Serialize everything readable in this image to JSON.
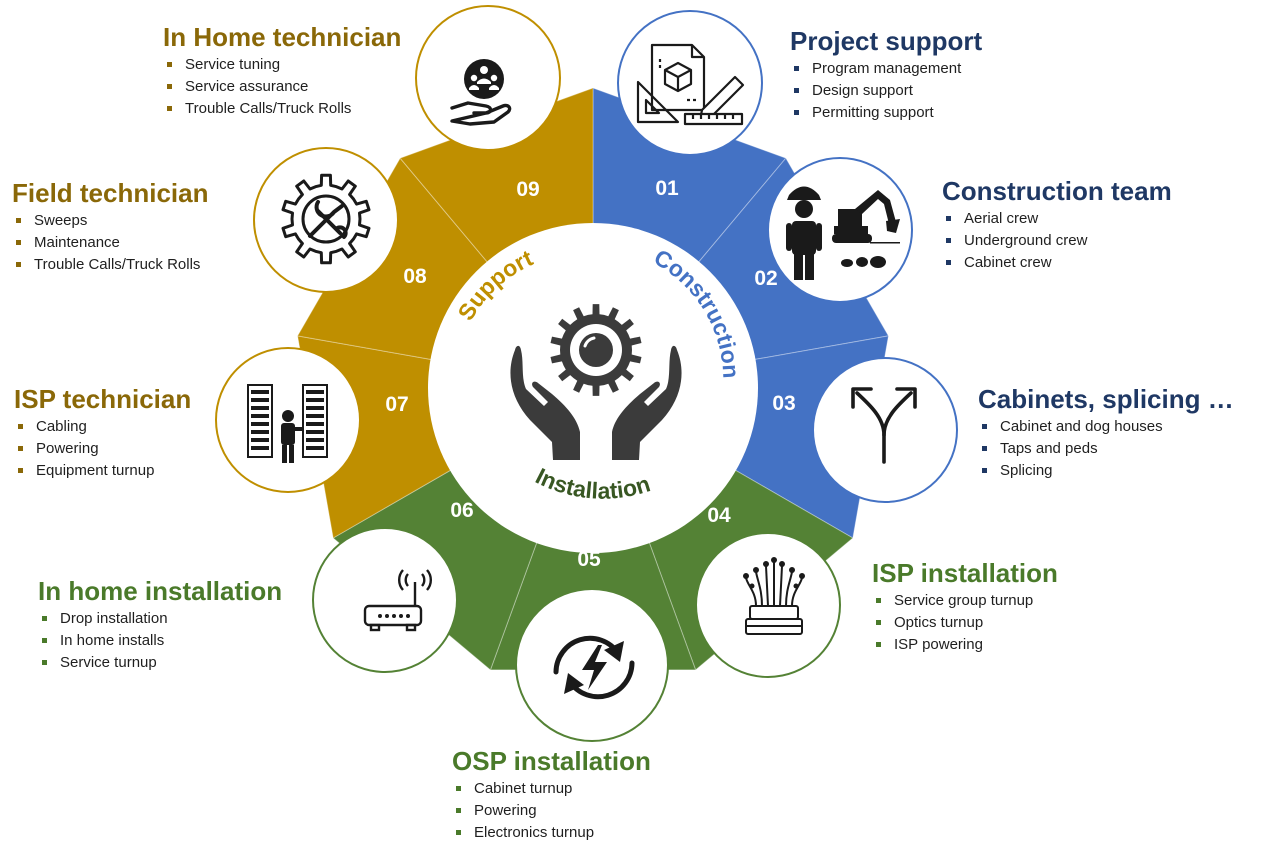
{
  "colors": {
    "support": "#bf8f00",
    "construction": "#4472c4",
    "installation": "#548235",
    "support_text": "#8a6808",
    "construction_text": "#1f3864",
    "installation_text": "#4a7a2a"
  },
  "center": {
    "icon": "gear-in-hands-icon",
    "arc_labels": {
      "support": "Support",
      "construction": "Construction",
      "installation": "Installation"
    }
  },
  "segments": [
    {
      "number": "01",
      "group": "construction",
      "icon": "blueprint-design-icon",
      "title": "Project support",
      "items": [
        "Program management",
        "Design support",
        "Permitting support"
      ]
    },
    {
      "number": "02",
      "group": "construction",
      "icon": "worker-excavator-icon",
      "title": "Construction team",
      "items": [
        "Aerial crew",
        "Underground crew",
        "Cabinet crew"
      ]
    },
    {
      "number": "03",
      "group": "construction",
      "icon": "split-arrows-icon",
      "title": "Cabinets, splicing …",
      "items": [
        "Cabinet and dog houses",
        "Taps and peds",
        "Splicing"
      ]
    },
    {
      "number": "04",
      "group": "installation",
      "icon": "fiber-optics-icon",
      "title": "ISP installation",
      "items": [
        "Service group turnup",
        "Optics turnup",
        "ISP powering"
      ]
    },
    {
      "number": "05",
      "group": "installation",
      "icon": "power-cycle-icon",
      "title": "OSP installation",
      "items": [
        "Cabinet turnup",
        "Powering",
        "Electronics turnup"
      ]
    },
    {
      "number": "06",
      "group": "installation",
      "icon": "wifi-router-icon",
      "title": "In home installation",
      "items": [
        "Drop installation",
        "In home installs",
        "Service turnup"
      ]
    },
    {
      "number": "07",
      "group": "support",
      "icon": "server-technician-icon",
      "title": "ISP technician",
      "items": [
        "Cabling",
        "Powering",
        "Equipment turnup"
      ]
    },
    {
      "number": "08",
      "group": "support",
      "icon": "gear-wrench-icon",
      "title": "Field technician",
      "items": [
        "Sweeps",
        "Maintenance",
        "Trouble Calls/Truck Rolls"
      ]
    },
    {
      "number": "09",
      "group": "support",
      "icon": "people-in-hand-icon",
      "title": "In Home technician",
      "items": [
        "Service tuning",
        "Service assurance",
        "Trouble Calls/Truck Rolls"
      ]
    }
  ]
}
